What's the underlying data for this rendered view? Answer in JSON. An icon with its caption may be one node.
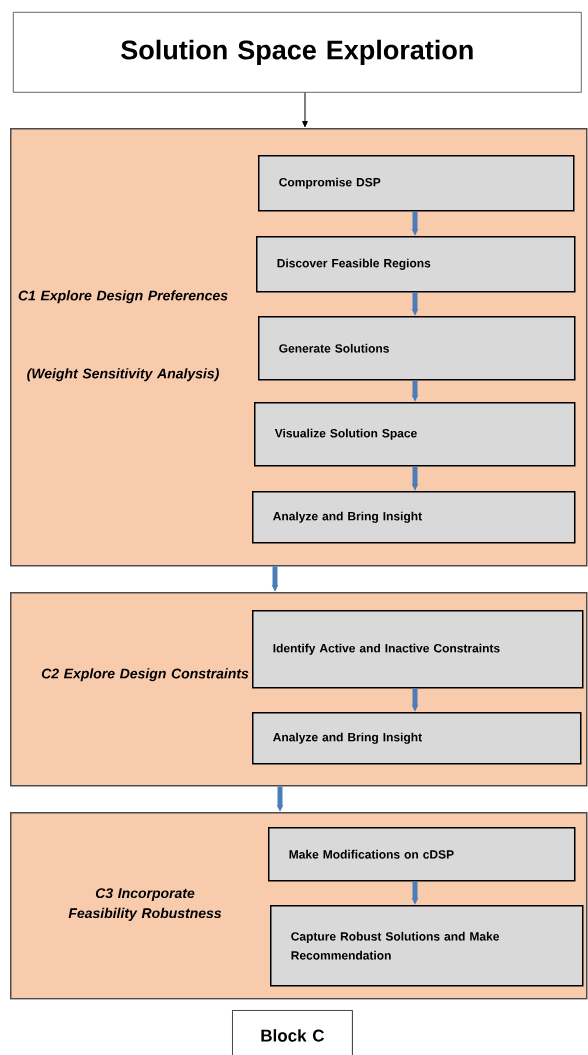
{
  "diagram": {
    "nodes": [
      {
        "text": [
          "Solution Space Exploration"
        ]
      },
      {
        "text": [
          "C1 Explore Design Preferences",
          "(Weight Sensitivity Analysis)"
        ]
      },
      {
        "text": [
          "Compromise DSP"
        ],
        "in": 1
      },
      {
        "text": [
          "Discover Feasible Regions"
        ],
        "in": 1
      },
      {
        "text": [
          "Generate Solutions"
        ],
        "in": 1
      },
      {
        "text": [
          "Visualize Solution Space"
        ],
        "in": 1
      },
      {
        "text": [
          "Analyze and Bring Insight"
        ],
        "in": 1
      },
      {
        "text": [
          "C2 Explore Design Constraints"
        ]
      },
      {
        "text": [
          "Identify Active and Inactive Constraints"
        ],
        "in": 7
      },
      {
        "text": [
          "Analyze and Bring Insight"
        ],
        "in": 7
      },
      {
        "text": [
          "C3 Incorporate Feasibility Robustness"
        ]
      },
      {
        "text": [
          "Make Modifications on cDSP"
        ],
        "in": 10
      },
      {
        "text": [
          "Capture Robust Solutions and Make Recommendation"
        ],
        "in": 10
      },
      {
        "text": [
          "Block C"
        ]
      }
    ],
    "edges": [
      {
        "from": 0,
        "to": 1,
        "arrow": "to",
        "color": "#000000"
      },
      {
        "from": 2,
        "to": 3,
        "arrow": "to",
        "color": "#4a7ebb"
      },
      {
        "from": 3,
        "to": 4,
        "arrow": "to",
        "color": "#4a7ebb"
      },
      {
        "from": 4,
        "to": 5,
        "arrow": "to",
        "color": "#4a7ebb"
      },
      {
        "from": 5,
        "to": 6,
        "arrow": "to",
        "color": "#4a7ebb"
      },
      {
        "from": 1,
        "to": 7,
        "arrow": "to",
        "color": "#4a7ebb"
      },
      {
        "from": 8,
        "to": 9,
        "arrow": "to",
        "color": "#4a7ebb"
      },
      {
        "from": 7,
        "to": 10,
        "arrow": "to",
        "color": "#4a7ebb"
      },
      {
        "from": 11,
        "to": 12,
        "arrow": "to",
        "color": "#4a7ebb"
      }
    ]
  }
}
